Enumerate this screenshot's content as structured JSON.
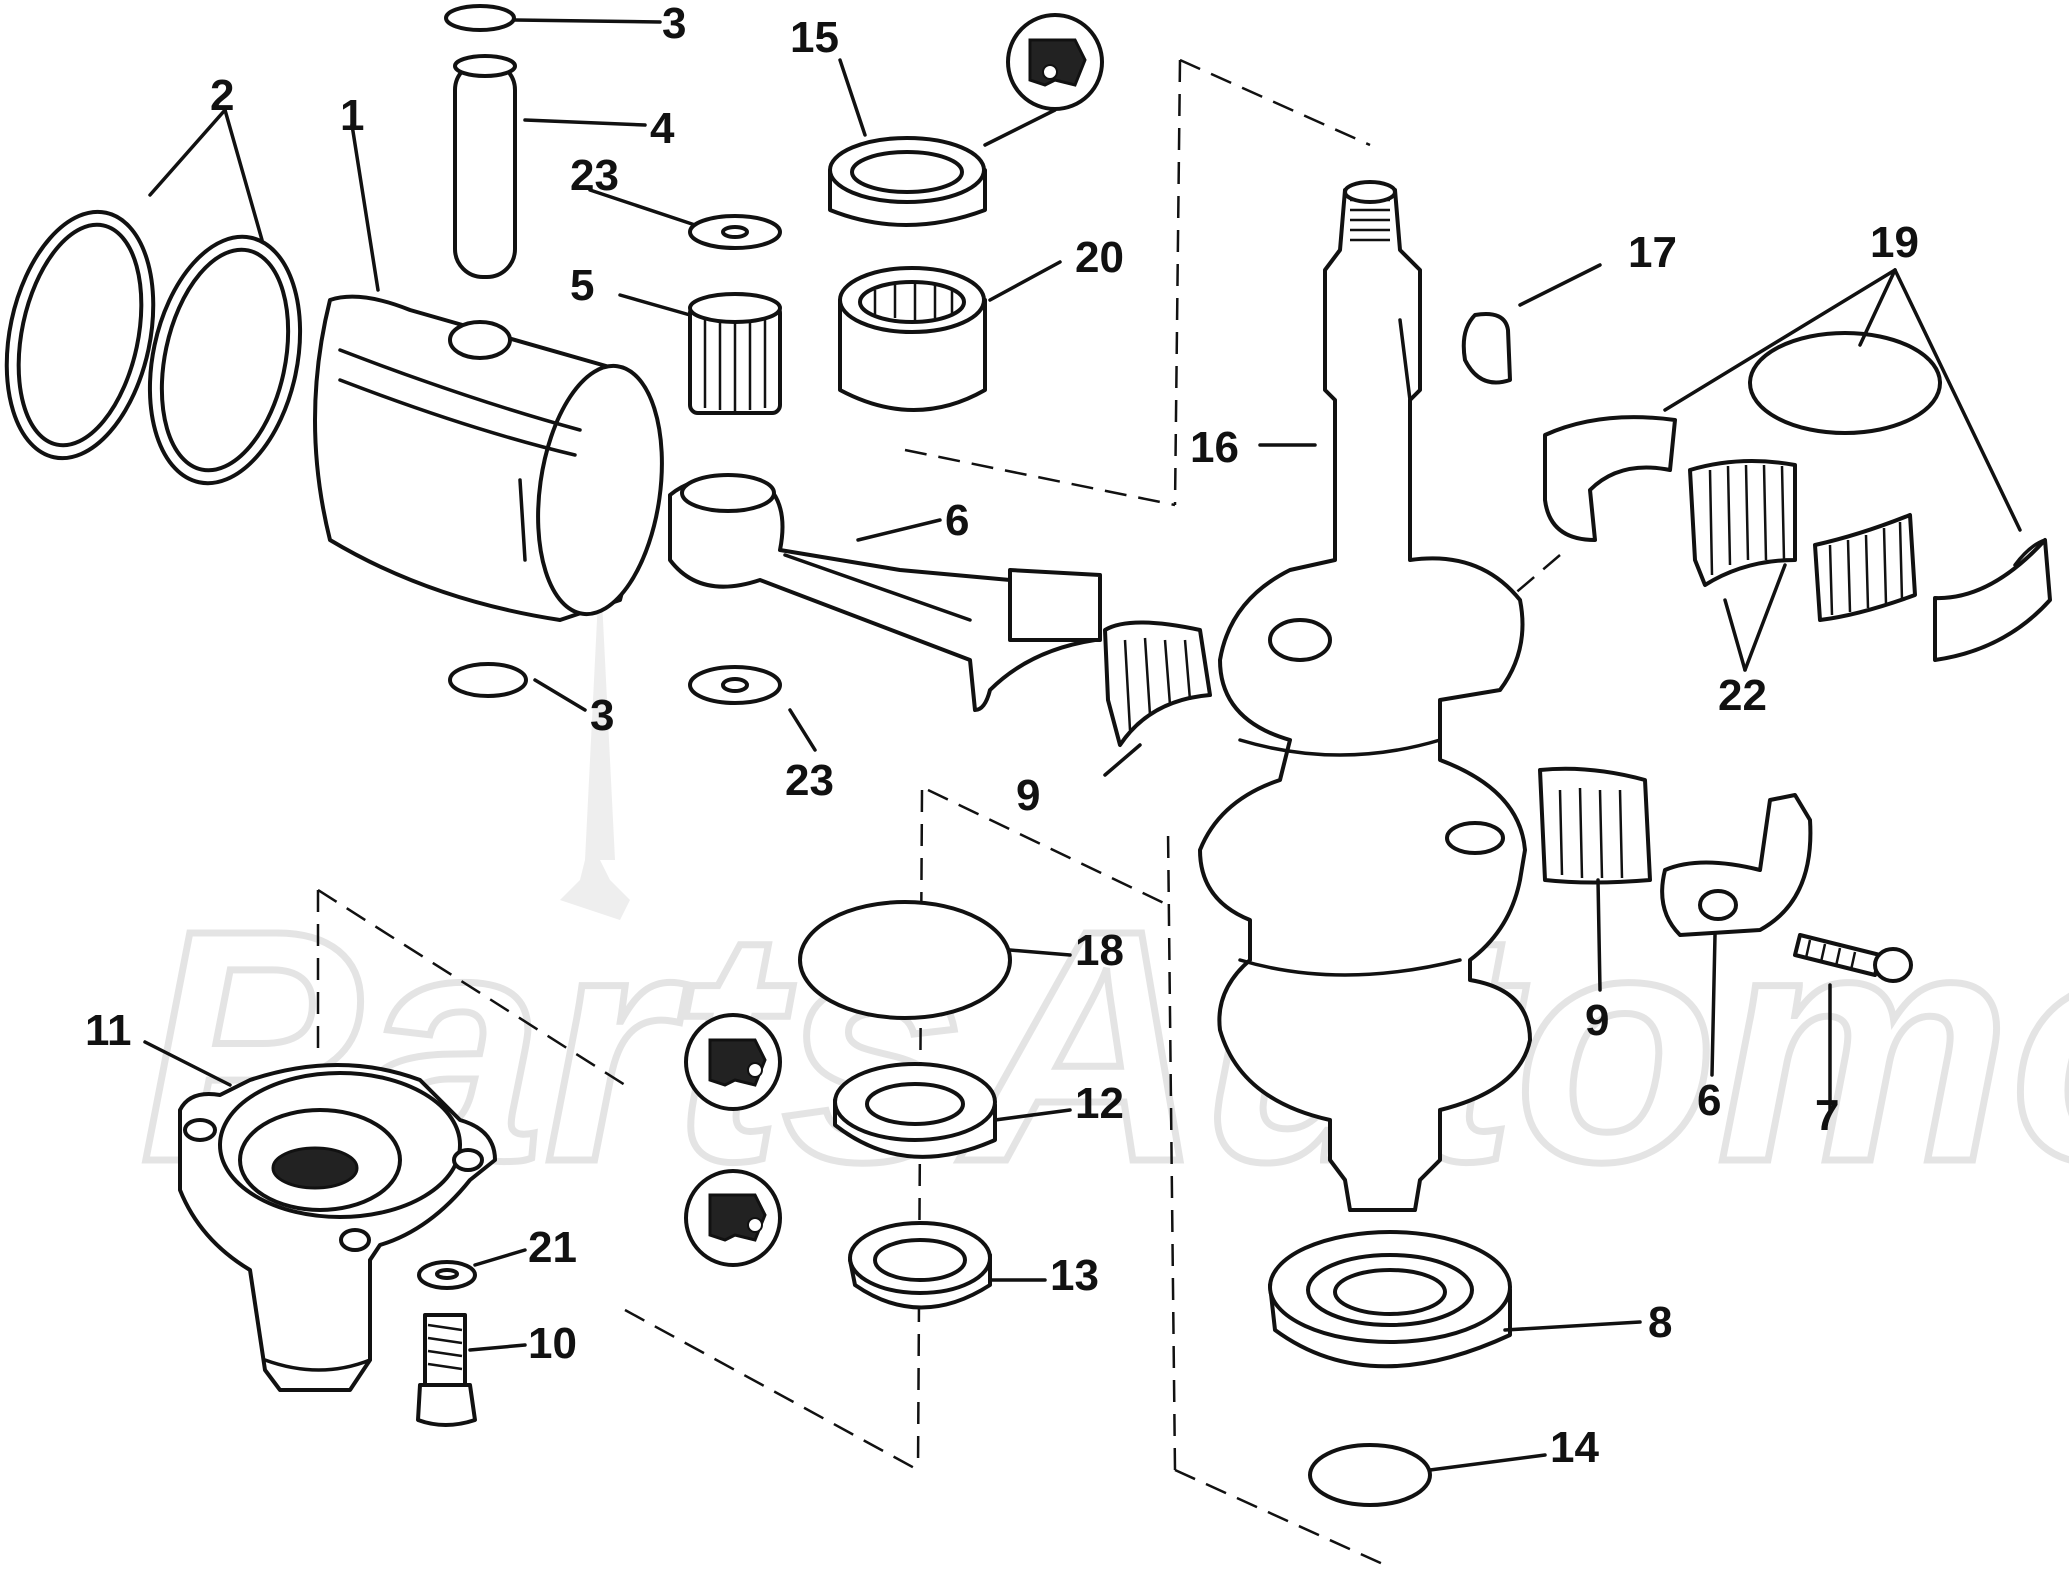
{
  "watermark": {
    "text": "PartsAutomotive"
  },
  "callouts": [
    {
      "id": "c1",
      "text": "1"
    },
    {
      "id": "c2",
      "text": "2"
    },
    {
      "id": "c3a",
      "text": "3"
    },
    {
      "id": "c3b",
      "text": "3"
    },
    {
      "id": "c4",
      "text": "4"
    },
    {
      "id": "c5",
      "text": "5"
    },
    {
      "id": "c6a",
      "text": "6"
    },
    {
      "id": "c6b",
      "text": "6"
    },
    {
      "id": "c7",
      "text": "7"
    },
    {
      "id": "c8",
      "text": "8"
    },
    {
      "id": "c9a",
      "text": "9"
    },
    {
      "id": "c9b",
      "text": "9"
    },
    {
      "id": "c10",
      "text": "10"
    },
    {
      "id": "c11",
      "text": "11"
    },
    {
      "id": "c12",
      "text": "12"
    },
    {
      "id": "c13",
      "text": "13"
    },
    {
      "id": "c14",
      "text": "14"
    },
    {
      "id": "c15",
      "text": "15"
    },
    {
      "id": "c16",
      "text": "16"
    },
    {
      "id": "c17",
      "text": "17"
    },
    {
      "id": "c18",
      "text": "18"
    },
    {
      "id": "c19",
      "text": "19"
    },
    {
      "id": "c20",
      "text": "20"
    },
    {
      "id": "c21",
      "text": "21"
    },
    {
      "id": "c22",
      "text": "22"
    },
    {
      "id": "c23a",
      "text": "23"
    },
    {
      "id": "c23b",
      "text": "23"
    }
  ]
}
